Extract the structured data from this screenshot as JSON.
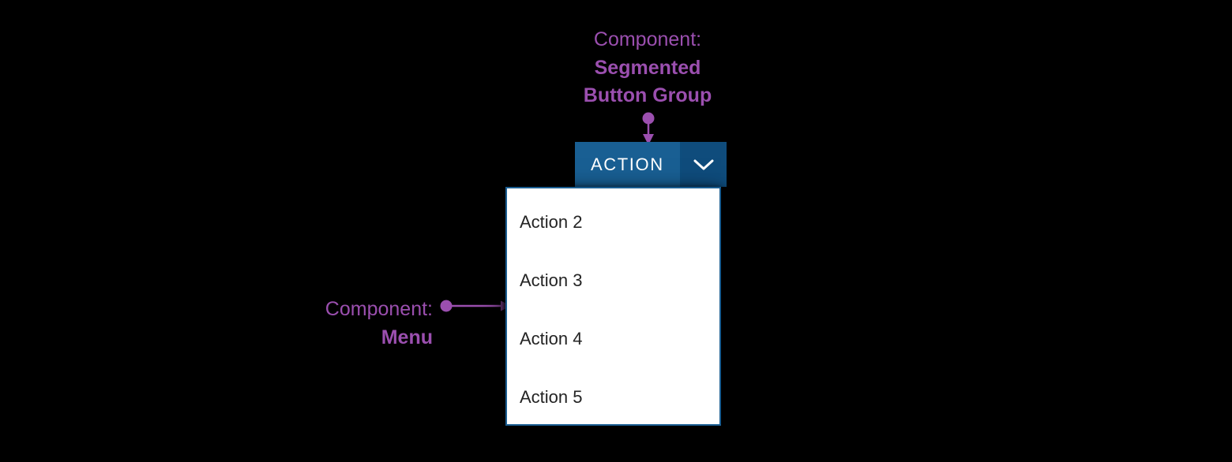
{
  "canvas": {
    "background": "#000000",
    "annotation_color": "#9B4FAF"
  },
  "annotations": [
    {
      "id": "segmented-button-group",
      "lead": "Component:",
      "name_line1": "Segmented",
      "name_line2": "Button Group"
    },
    {
      "id": "menu",
      "lead": "Component:",
      "name": "Menu"
    }
  ],
  "segmented_button_group": {
    "main_label": "ACTION",
    "toggle_icon": "chevron-down-icon",
    "main_color": "#195F93",
    "toggle_color": "#0F4C7C",
    "text_color": "#FFFFFF"
  },
  "menu": {
    "border_color": "#1B5E92",
    "background": "#FFFFFF",
    "text_color": "#232323",
    "items": [
      {
        "label": "Action 2"
      },
      {
        "label": "Action 3"
      },
      {
        "label": "Action 4"
      },
      {
        "label": "Action 5"
      }
    ]
  }
}
